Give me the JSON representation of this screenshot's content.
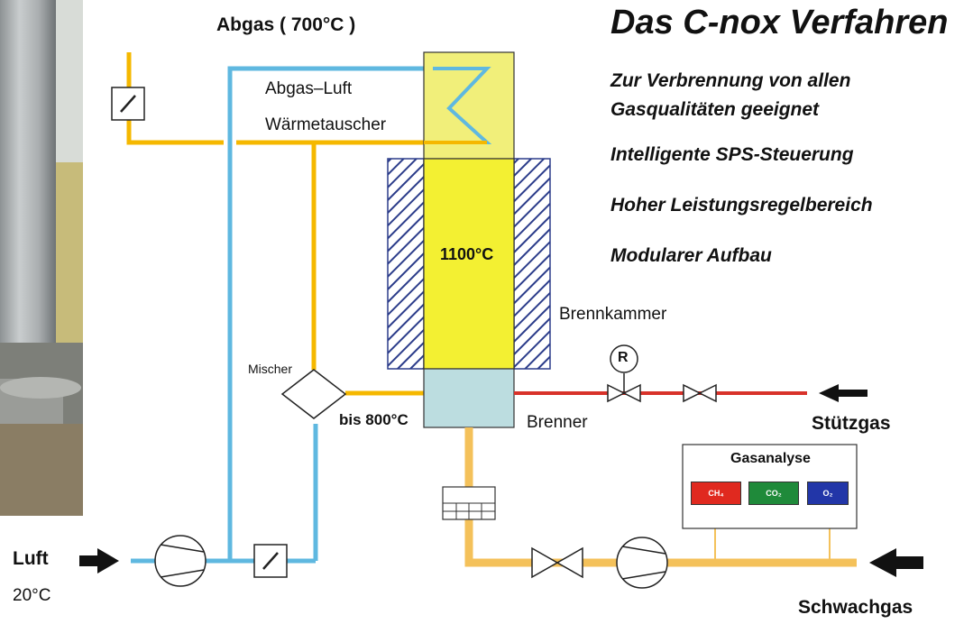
{
  "title": "Das C-nox Verfahren",
  "features": [
    "Zur Verbrennung von allen",
    "Gasqualitäten geeignet",
    "Intelligente SPS-Steuerung",
    "Hoher Leistungsregelbereich",
    "Modularer Aufbau"
  ],
  "labels": {
    "exhaust": "Abgas  ( 700°C )",
    "heat_exchanger_line1": "Abgas–Luft",
    "heat_exchanger_line2": "Wärmetauscher",
    "chamber_temp": "1100°C",
    "combustion_chamber": "Brennkammer",
    "mixer": "Mischer",
    "mix_temp": "bis 800°C",
    "burner": "Brenner",
    "regulator": "R",
    "support_gas": "Stützgas",
    "gas_analysis": "Gasanalyse",
    "air": "Luft",
    "air_temp": "20°C",
    "weak_gas": "Schwachgas"
  },
  "analyzers": [
    {
      "label": "CH₄",
      "color": "#e0291f"
    },
    {
      "label": "CO₂",
      "color": "#1f8a3a"
    },
    {
      "label": "O₂",
      "color": "#2236a8"
    }
  ],
  "colors": {
    "air_pipe": "#5fb8e0",
    "hot_pipe": "#f5b800",
    "gas_pipe": "#f4c15a",
    "support_pipe": "#d8322a",
    "chamber_fill": "#f3f032",
    "exchanger_fill": "#f1ef7a",
    "burner_fill": "#bcdde0",
    "insulation": "#2b3c8a"
  }
}
